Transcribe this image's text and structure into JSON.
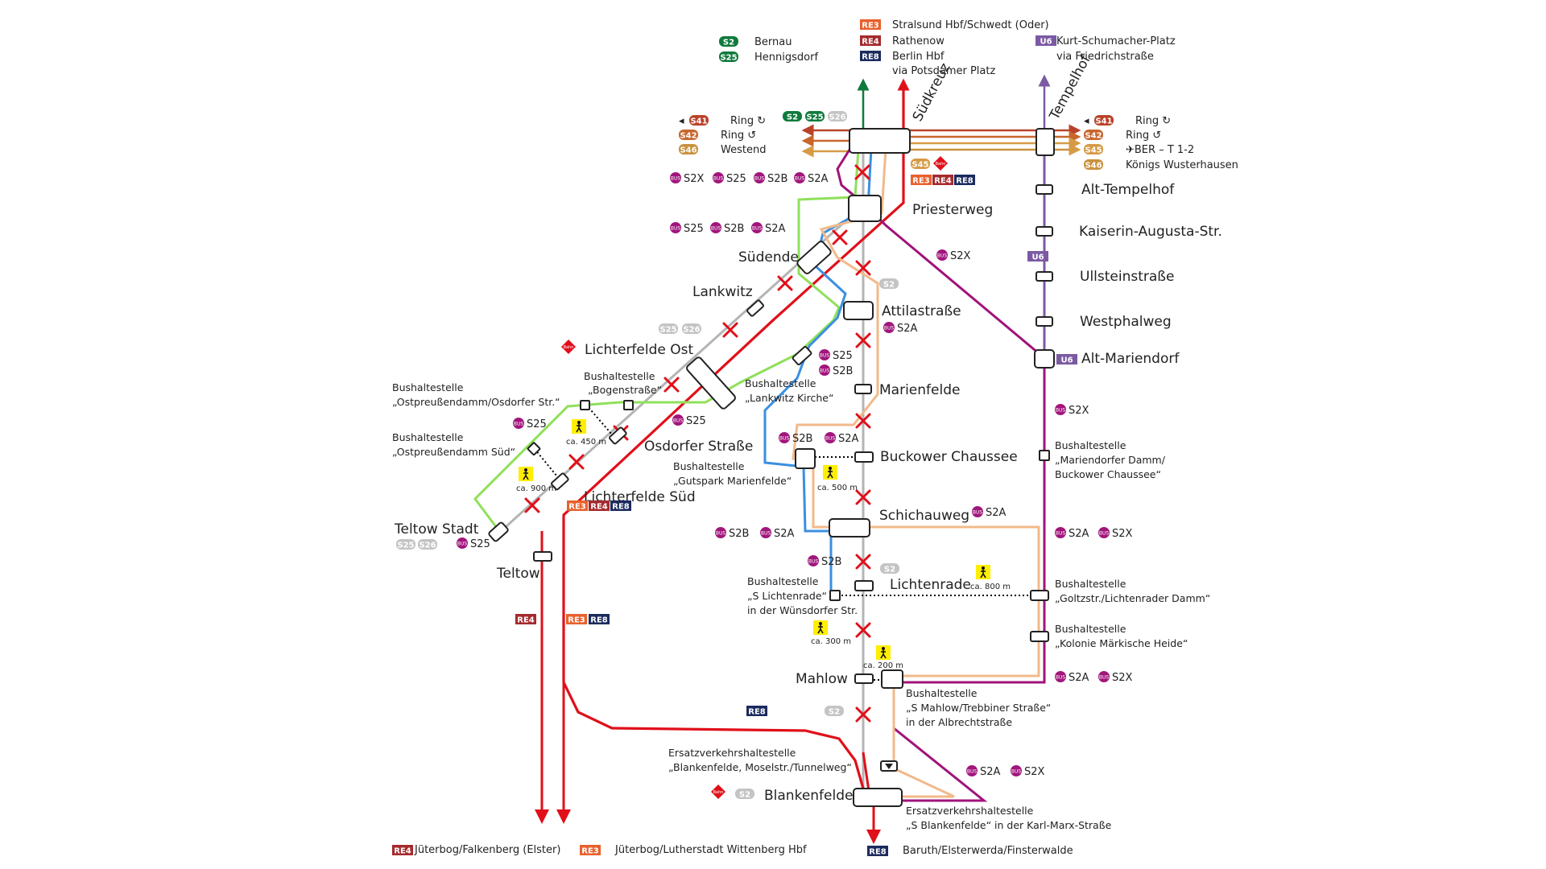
{
  "colors": {
    "S2": "#0f7a3c",
    "S25": "#0f7a3c",
    "S26": "#c4c4c4",
    "S41": "#b9432a",
    "S42": "#c8662d",
    "S45": "#d69a45",
    "S46": "#c9913e",
    "RE3": "#e8612c",
    "RE4": "#a52a2e",
    "RE8": "#1c2b5e",
    "U6": "#7b5aa3",
    "BUS": "#a1167c",
    "S_BUS": "#a0137a",
    "red_track": "#e0101a",
    "green_sev": "#8fe05a",
    "blue_sev": "#3b8fe0",
    "orange_sev": "#f2b98a",
    "purple_bus": "#a0137a",
    "gray_track": "#b4b4b4",
    "walk": "#ffee00"
  },
  "header": {
    "north_s": [
      {
        "line": "S2",
        "text": "Bernau"
      },
      {
        "line": "S25",
        "text": "Hennigsdorf"
      }
    ],
    "north_re": [
      {
        "line": "RE3",
        "text": "Stralsund Hbf/Schwedt (Oder)"
      },
      {
        "line": "RE4",
        "text": "Rathenow"
      },
      {
        "line": "RE8",
        "text": "Berlin Hbf"
      }
    ],
    "north_re8_via": "via Potsdamer Platz",
    "north_u6": {
      "line": "U6",
      "text": "Kurt-Schumacher-Platz"
    },
    "north_u6_via": "via Friedrichstraße"
  },
  "west_lines": [
    {
      "line": "S41",
      "text": "Ring ↻",
      "arrow": "◂"
    },
    {
      "line": "S42",
      "text": "Ring ↺"
    },
    {
      "line": "S46",
      "text": "Westend"
    }
  ],
  "east_lines": [
    {
      "line": "S41",
      "text": "Ring ↻",
      "arrow": "◂"
    },
    {
      "line": "S42",
      "text": "Ring ↺"
    },
    {
      "line": "S45",
      "text": "✈BER – T 1-2"
    },
    {
      "line": "S46",
      "text": "Königs Wusterhausen"
    }
  ],
  "stations": {
    "suedkreuz": "Südkreuz",
    "tempelhof": "Tempelhof",
    "priesterweg": "Priesterweg",
    "suedende": "Südende",
    "lankwitz": "Lankwitz",
    "attilastrasse": "Attilastraße",
    "lichterfelde_ost": "Lichterfelde Ost",
    "marienfelde": "Marienfelde",
    "osdorfer": "Osdorfer Straße",
    "buckower": "Buckower Chaussee",
    "lichterfelde_sued": "Lichterfelde Süd",
    "schichauweg": "Schichauweg",
    "teltow_stadt": "Teltow Stadt",
    "teltow": "Teltow",
    "lichtenrade": "Lichtenrade",
    "mahlow": "Mahlow",
    "blankenfelde": "Blankenfelde",
    "alt_tempelhof": "Alt-Tempelhof",
    "kaiserin": "Kaiserin-Augusta-Str.",
    "ullstein": "Ullsteinstraße",
    "westphalweg": "Westphalweg",
    "alt_mariendorf": "Alt-Mariendorf"
  },
  "bus_stops": {
    "bogen_1": "Bushaltestelle",
    "bogen_2": "„Bogenstraße“",
    "ostp_osd_1": "Bushaltestelle",
    "ostp_osd_2": "„Ostpreußendamm/Osdorfer Str.“",
    "ostp_sued_1": "Bushaltestelle",
    "ostp_sued_2": "„Ostpreußendamm Süd“",
    "lankwitz_kirche_1": "Bushaltestelle",
    "lankwitz_kirche_2": "„Lankwitz Kirche“",
    "gutspark_1": "Bushaltestelle",
    "gutspark_2": "„Gutspark Marienfelde“",
    "mariendorfer_1": "Bushaltestelle",
    "mariendorfer_2": "„Mariendorfer Damm/",
    "mariendorfer_3": "Buckower Chaussee“",
    "goltz_1": "Bushaltestelle",
    "goltz_2": "„Goltzstr./Lichtenrader Damm“",
    "kolonie_1": "Bushaltestelle",
    "kolonie_2": "„Kolonie Märkische Heide“",
    "s_lichtenrade_1": "Bushaltestelle",
    "s_lichtenrade_2": "„S Lichtenrade“",
    "s_lichtenrade_3": "in der Wünsdorfer Str.",
    "s_mahlow_1": "Bushaltestelle",
    "s_mahlow_2": "„S Mahlow/Trebbiner Straße“",
    "s_mahlow_3": "in der Albrechtstraße",
    "ev_moselstr_1": "Ersatzverkehrshaltestelle",
    "ev_moselstr_2": "„Blankenfelde, Moselstr./Tunnelweg“",
    "ev_karlmarx_1": "Ersatzverkehrshaltestelle",
    "ev_karlmarx_2": "„S Blankenfelde“ in der Karl-Marx-Straße"
  },
  "walk": {
    "w450": "ca. 450 m",
    "w900": "ca. 900 m",
    "w500": "ca. 500 m",
    "w800": "ca. 800 m",
    "w300": "ca. 300 m",
    "w200": "ca. 200 m"
  },
  "badges": {
    "s2": "S2",
    "s25": "S25",
    "s26": "S26",
    "s41": "S41",
    "s42": "S42",
    "s45": "S45",
    "s46": "S46",
    "re3": "RE3",
    "re4": "RE4",
    "re8": "RE8",
    "u6": "U6",
    "bus": "BUS",
    "bahn": "Bahn",
    "s2x": "S2X",
    "s2a": "S2A",
    "s2b": "S2B"
  },
  "footer": {
    "re4": "Jüterbog/Falkenberg (Elster)",
    "re3": "Jüterbog/Lutherstadt Wittenberg Hbf",
    "re8": "Baruth/Elsterwerda/Finsterwalde"
  }
}
